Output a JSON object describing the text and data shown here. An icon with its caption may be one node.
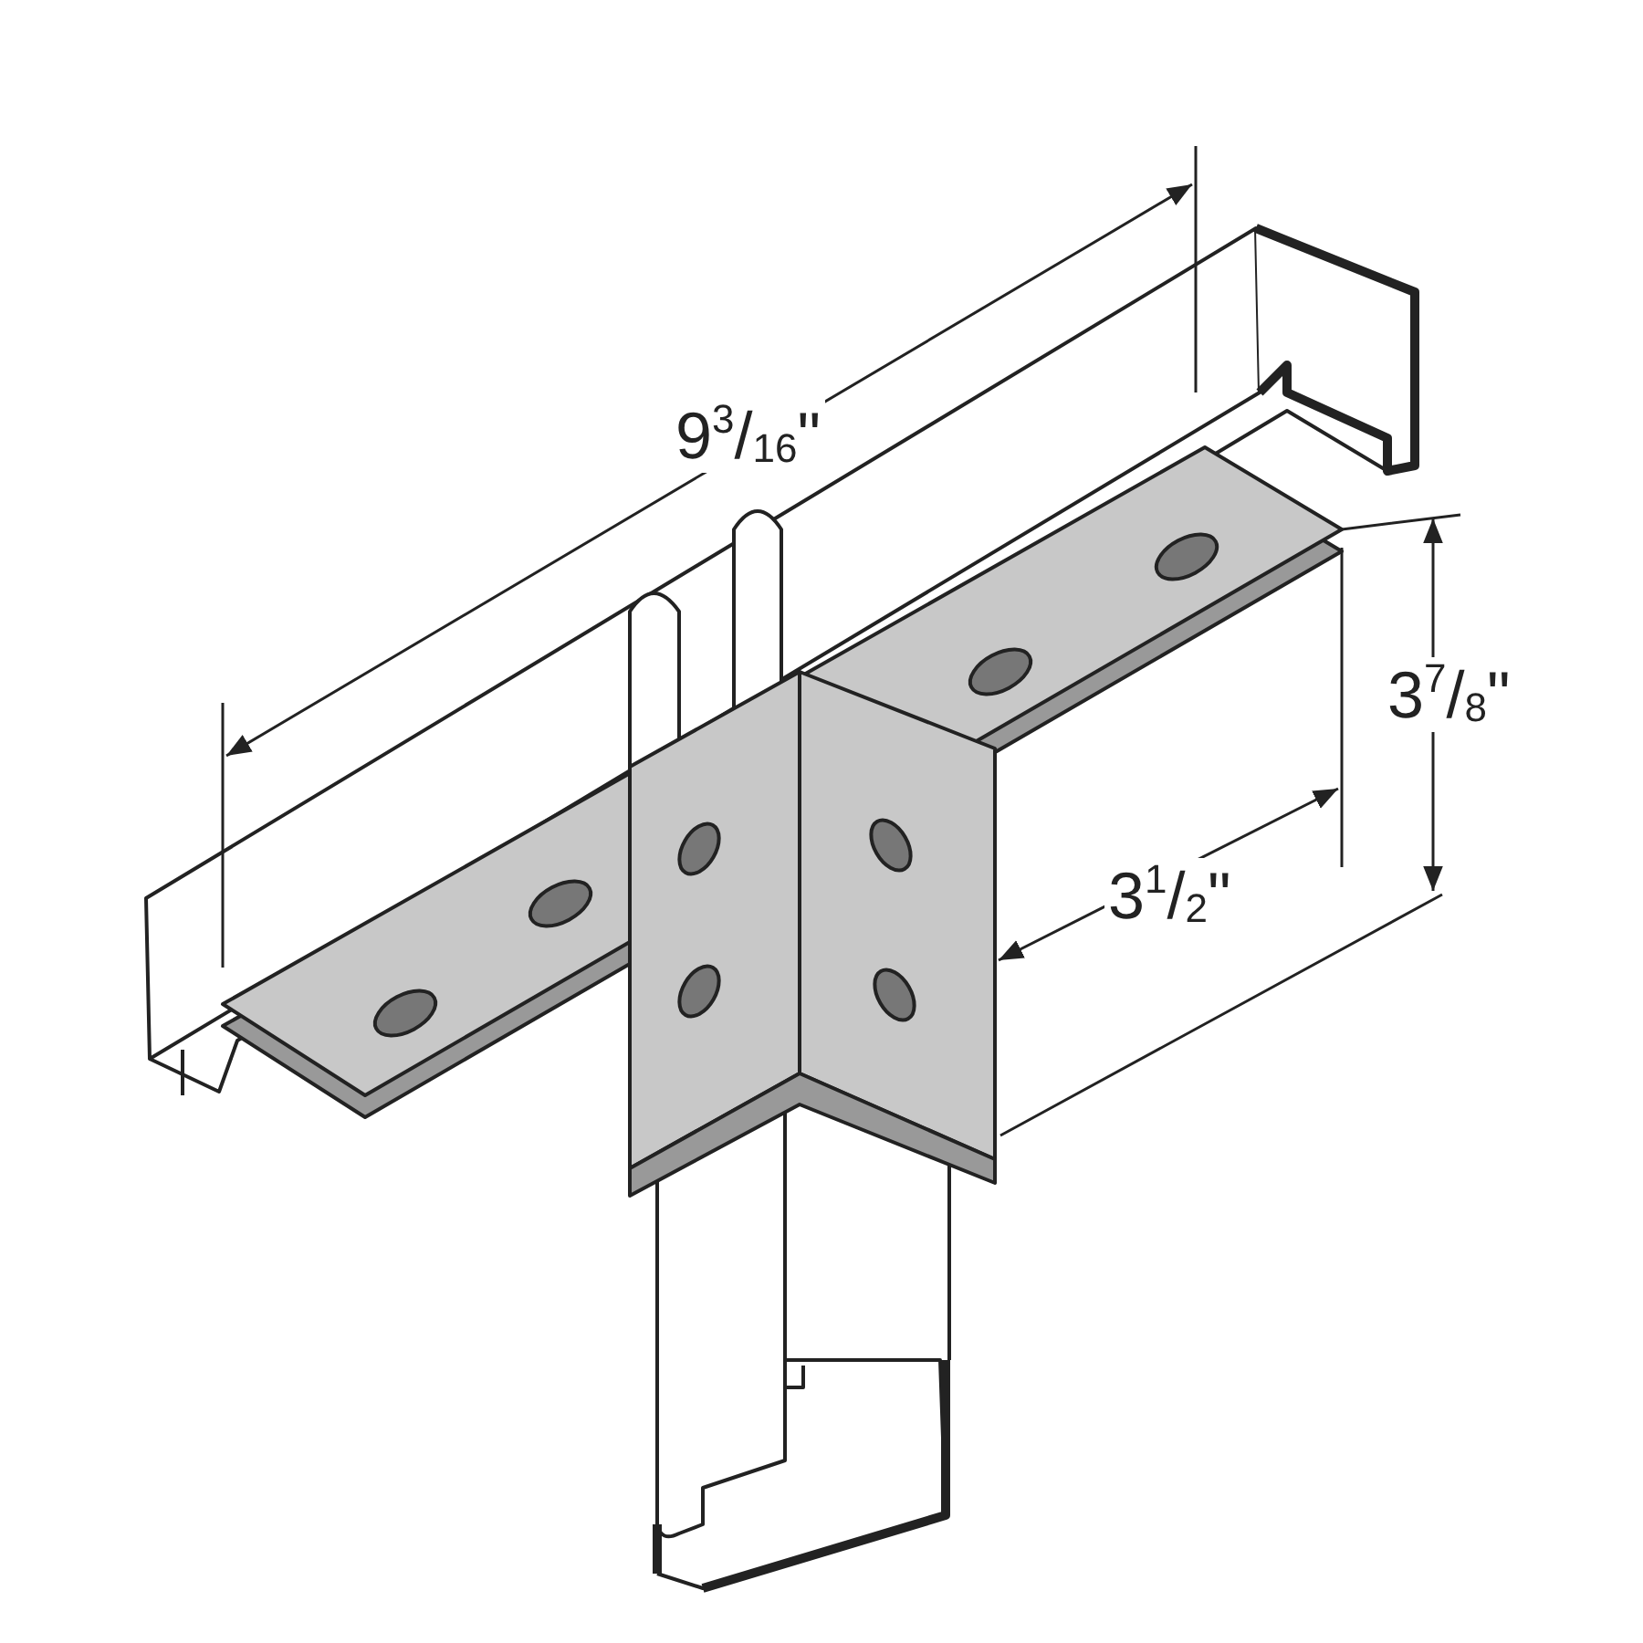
{
  "diagram": {
    "labels": [
      "9$^{3}$/$_{16}$\"",
      "3$^{7}$/$_{8}$\"",
      "3$^{1}$/$_{2}$\""
    ]
  }
}
